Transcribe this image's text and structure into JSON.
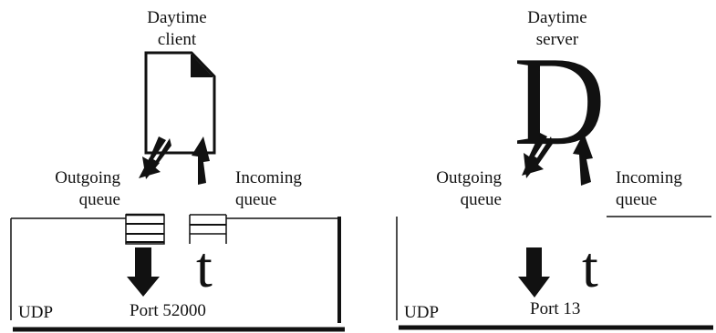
{
  "client": {
    "title_line1": "Daytime",
    "title_line2": "client",
    "outgoing_line1": "Outgoing",
    "outgoing_line2": "queue",
    "incoming_line1": "Incoming",
    "incoming_line2": "queue",
    "layer": "UDP",
    "port": "Port 52000",
    "received_char": "t",
    "icon": "document-icon"
  },
  "server": {
    "title_line1": "Daytime",
    "title_line2": "server",
    "server_glyph": "D",
    "outgoing_line1": "Outgoing",
    "outgoing_line2": "queue",
    "incoming_line1": "Incoming",
    "incoming_line2": "queue",
    "layer": "UDP",
    "port": "Port 13",
    "received_char": "t"
  }
}
